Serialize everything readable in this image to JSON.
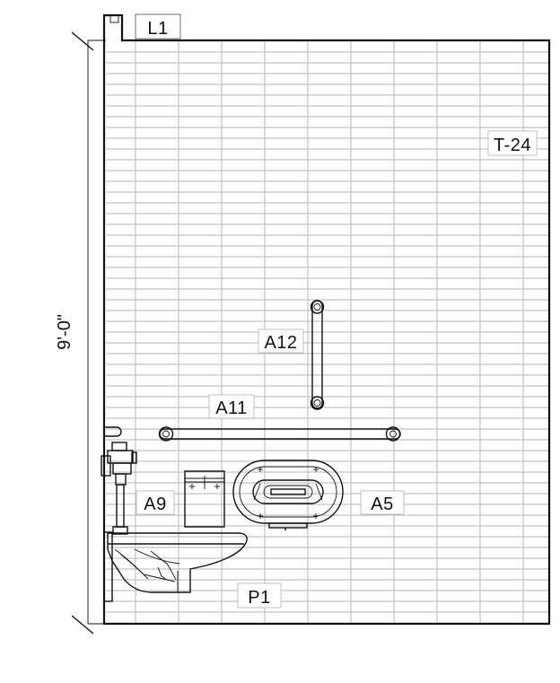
{
  "dimension": {
    "height_label": "9'-0\""
  },
  "tags": {
    "l1": "L1",
    "t24": "T-24",
    "a12": "A12",
    "a11": "A11",
    "a9": "A9",
    "a5": "A5",
    "p1": "P1"
  }
}
